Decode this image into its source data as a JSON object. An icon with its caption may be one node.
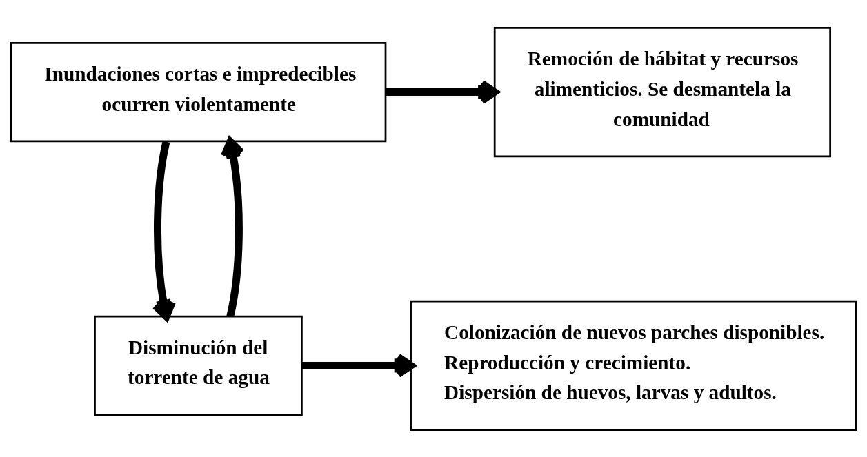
{
  "diagram": {
    "nodes": [
      {
        "text": [
          "Inundaciones cortas e impredecibles ocurren violentamente"
        ]
      },
      {
        "text": [
          "Remoción de hábitat y recursos alimenticios. Se desmantela la comunidad"
        ]
      },
      {
        "text": [
          "Disminución del torrente de agua"
        ]
      },
      {
        "text": [
          "Colonización de nuevos parches disponibles.",
          "Reproducción y crecimiento.",
          "Dispersión de huevos, larvas y adultos."
        ]
      }
    ],
    "edges": [
      {
        "from": 0,
        "to": 1,
        "arrow": "to"
      },
      {
        "from": 0,
        "to": 2,
        "arrow": "to"
      },
      {
        "from": 2,
        "to": 0,
        "arrow": "to"
      },
      {
        "from": 2,
        "to": 3,
        "arrow": "to"
      }
    ]
  }
}
